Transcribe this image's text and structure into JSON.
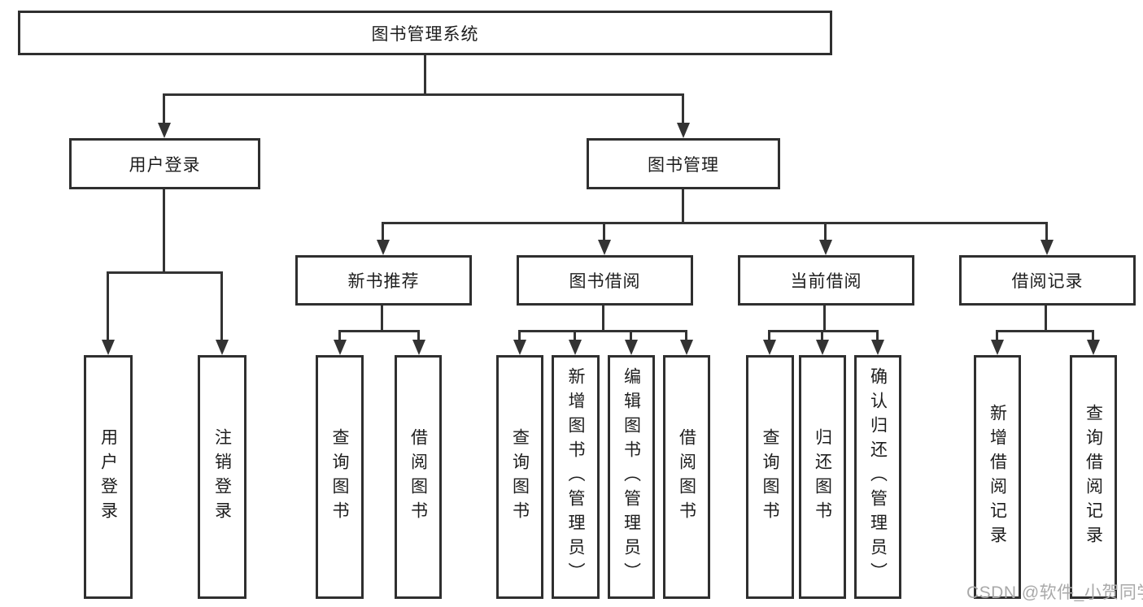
{
  "diagram": {
    "type": "hierarchy-tree",
    "root": {
      "label": "图书管理系统"
    },
    "level2": [
      {
        "label": "用户登录"
      },
      {
        "label": "图书管理"
      }
    ],
    "level3": [
      {
        "label": "新书推荐",
        "parent": "图书管理"
      },
      {
        "label": "图书借阅",
        "parent": "图书管理"
      },
      {
        "label": "当前借阅",
        "parent": "图书管理"
      },
      {
        "label": "借阅记录",
        "parent": "图书管理"
      }
    ],
    "leaves": [
      {
        "label": "用户登录",
        "parent": "用户登录"
      },
      {
        "label": "注销登录",
        "parent": "用户登录"
      },
      {
        "label": "查询图书",
        "parent": "新书推荐"
      },
      {
        "label": "借阅图书",
        "parent": "新书推荐"
      },
      {
        "label": "查询图书",
        "parent": "图书借阅"
      },
      {
        "label": "新增图书（管理员）",
        "parent": "图书借阅"
      },
      {
        "label": "编辑图书（管理员）",
        "parent": "图书借阅"
      },
      {
        "label": "借阅图书",
        "parent": "图书借阅"
      },
      {
        "label": "查询图书",
        "parent": "当前借阅"
      },
      {
        "label": "归还图书",
        "parent": "当前借阅"
      },
      {
        "label": "确认归还（管理员）",
        "parent": "当前借阅"
      },
      {
        "label": "新增借阅记录",
        "parent": "借阅记录"
      },
      {
        "label": "查询借阅记录",
        "parent": "借阅记录"
      }
    ]
  },
  "watermark": {
    "text": "CSDN @软件_小贺同学"
  },
  "colors": {
    "line": "#333333",
    "border": "#2f2f2f",
    "text": "#1d1d1d",
    "watermark_text": "#a9a9a9",
    "background": "#ffffff"
  }
}
